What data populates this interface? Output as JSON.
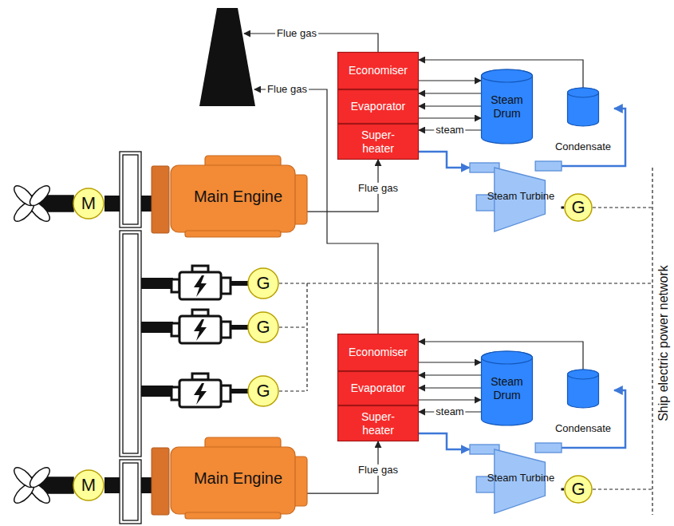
{
  "diagram": {
    "nodes": [
      {
        "text": [
          "Economiser"
        ]
      },
      {
        "text": [
          "Evaporator"
        ]
      },
      {
        "text": [
          "Super- heater"
        ]
      },
      {
        "text": [
          "Steam Drum"
        ]
      },
      {
        "text": [
          "Condensate"
        ]
      },
      {
        "text": [
          "M"
        ]
      },
      {
        "text": [
          "Main Engine"
        ]
      },
      {
        "text": [
          "Steam Turbine"
        ]
      },
      {
        "text": [
          "G"
        ]
      },
      {
        "text": [
          "G"
        ]
      },
      {
        "text": [
          "G"
        ]
      },
      {
        "text": [
          "G"
        ]
      },
      {
        "text": [
          "Economiser"
        ]
      },
      {
        "text": [
          "Evaporator"
        ]
      },
      {
        "text": [
          "Super- heater"
        ]
      },
      {
        "text": [
          "Steam Drum"
        ]
      },
      {
        "text": [
          "Condensate"
        ]
      },
      {
        "text": [
          "M"
        ]
      },
      {
        "text": [
          "Main Engine"
        ]
      },
      {
        "text": [
          "Steam Turbine"
        ]
      },
      {
        "text": [
          "G"
        ]
      }
    ],
    "edges": [
      {
        "from": 6,
        "to": 2,
        "arrow": "to",
        "label": "Flue gas"
      },
      {
        "from": 0,
        "to": 3,
        "arrow": "to"
      },
      {
        "from": 3,
        "to": 1,
        "arrow": "to"
      },
      {
        "from": 3,
        "to": 1,
        "arrow": "to"
      },
      {
        "from": 1,
        "to": 3,
        "arrow": "to"
      },
      {
        "from": 3,
        "to": 2,
        "arrow": "to",
        "label": "steam"
      },
      {
        "from": 2,
        "to": 7,
        "arrow": "to"
      },
      {
        "from": 7,
        "to": 4,
        "arrow": "to"
      },
      {
        "from": 4,
        "to": 0,
        "arrow": "to"
      },
      {
        "from": 7,
        "to": 8,
        "arrow": "none"
      },
      {
        "from": 6,
        "to": 5,
        "arrow": "none"
      },
      {
        "from": 18,
        "to": 14,
        "arrow": "to",
        "label": "Flue gas"
      },
      {
        "from": 12,
        "to": 15,
        "arrow": "to"
      },
      {
        "from": 15,
        "to": 13,
        "arrow": "to"
      },
      {
        "from": 15,
        "to": 13,
        "arrow": "to"
      },
      {
        "from": 13,
        "to": 15,
        "arrow": "to"
      },
      {
        "from": 15,
        "to": 14,
        "arrow": "to",
        "label": "steam"
      },
      {
        "from": 14,
        "to": 19,
        "arrow": "to"
      },
      {
        "from": 19,
        "to": 16,
        "arrow": "to"
      },
      {
        "from": 16,
        "to": 12,
        "arrow": "to"
      },
      {
        "from": 19,
        "to": 20,
        "arrow": "none"
      },
      {
        "from": 18,
        "to": 17,
        "arrow": "none"
      }
    ],
    "labels": [
      "Flue gas",
      "Flue gas",
      "Ship electric power network"
    ]
  }
}
